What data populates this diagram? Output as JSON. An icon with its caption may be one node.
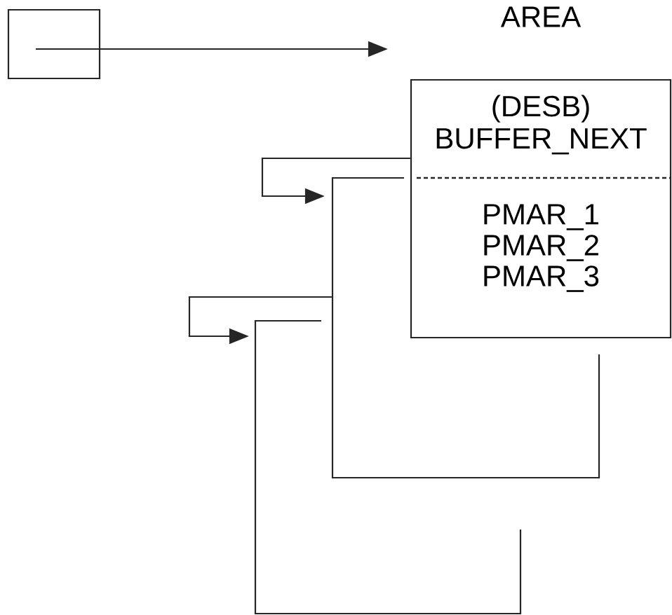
{
  "diagram": {
    "nodes": [
      {
        "text": [],
        "shape": "box"
      },
      {
        "text": [
          "AREA",
          "(DESB) BUFFER_NEXT",
          "PMAR_1",
          "PMAR_2",
          "PMAR_3"
        ]
      },
      {
        "text": [],
        "shape": "box"
      },
      {
        "text": [],
        "shape": "box"
      }
    ],
    "edges": [
      {
        "from": 0,
        "to": 1,
        "arrow": "to"
      },
      {
        "from": 1,
        "to": 2,
        "arrow": "to"
      },
      {
        "from": 2,
        "to": 3,
        "arrow": "to"
      }
    ]
  }
}
